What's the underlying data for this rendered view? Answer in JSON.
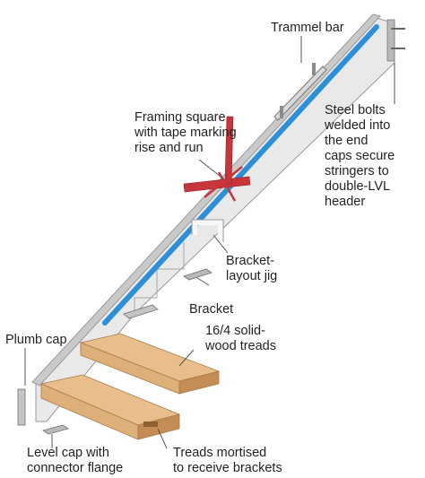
{
  "labels": {
    "trammel_bar": "Trammel bar",
    "steel_bolts": "Steel bolts\nwelded into\nthe end\ncaps secure\nstringers to\ndouble-LVL\nheader",
    "framing_square": "Framing square\nwith tape marking\nrise and run",
    "bracket_jig": "Bracket-\nlayout jig",
    "bracket": "Bracket",
    "treads": "16/4 solid-\nwood treads",
    "plumb_cap": "Plumb cap",
    "level_cap": "Level cap with\nconnector flange",
    "mortised": "Treads mortised\nto receive brackets"
  },
  "colors": {
    "stringer_face": "#e9e9e9",
    "stringer_top": "#c9c9c9",
    "blue_tape": "#2d8fd8",
    "framing_square": "#c8353b",
    "tread_wood": "#ddb07a",
    "tread_top": "#e8bf8c",
    "tread_side": "#c38d55",
    "metal": "#b9b9b9",
    "leader_line": "#555555"
  }
}
